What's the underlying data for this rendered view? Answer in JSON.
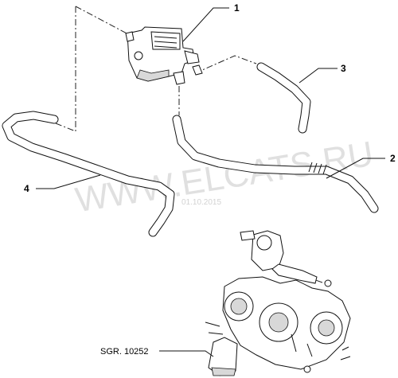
{
  "callouts": [
    {
      "id": "1",
      "label": "1"
    },
    {
      "id": "2",
      "label": "2"
    },
    {
      "id": "3",
      "label": "3"
    },
    {
      "id": "4",
      "label": "4"
    }
  ],
  "reference": "SGR. 10252",
  "watermark": {
    "site": "WWW.ELCATS.RU",
    "date": "01.10.2015"
  }
}
